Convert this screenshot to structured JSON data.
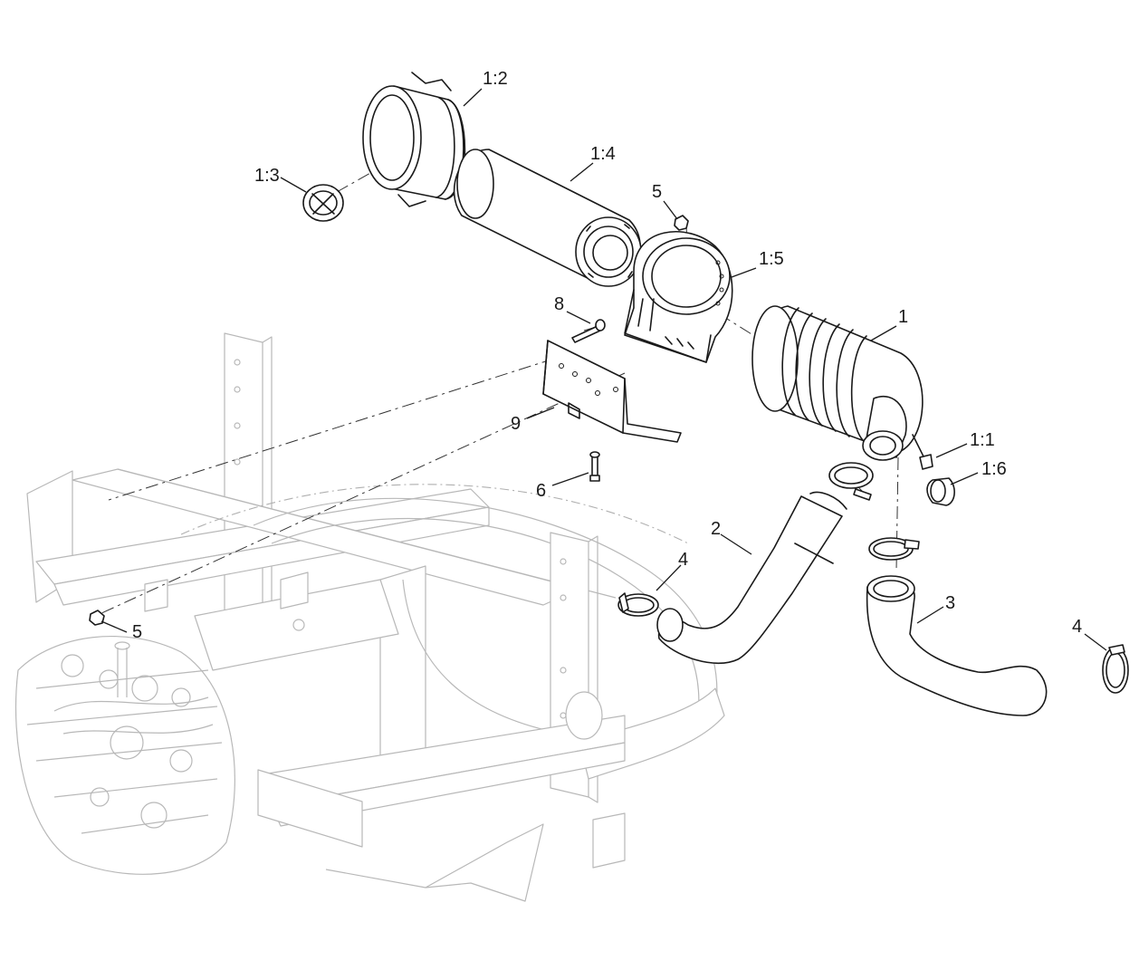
{
  "callouts": {
    "c_1_2": "1:2",
    "c_1_3": "1:3",
    "c_1_4": "1:4",
    "c_5_top": "5",
    "c_1_5": "1:5",
    "c_8": "8",
    "c_1": "1",
    "c_9": "9",
    "c_1_1": "1:1",
    "c_1_6": "1:6",
    "c_6": "6",
    "c_2": "2",
    "c_4_left": "4",
    "c_3": "3",
    "c_5_bottom": "5",
    "c_4_right": "4"
  },
  "icons": {
    "main_parts": "black-line-art",
    "context_parts": "gray-line-art"
  }
}
